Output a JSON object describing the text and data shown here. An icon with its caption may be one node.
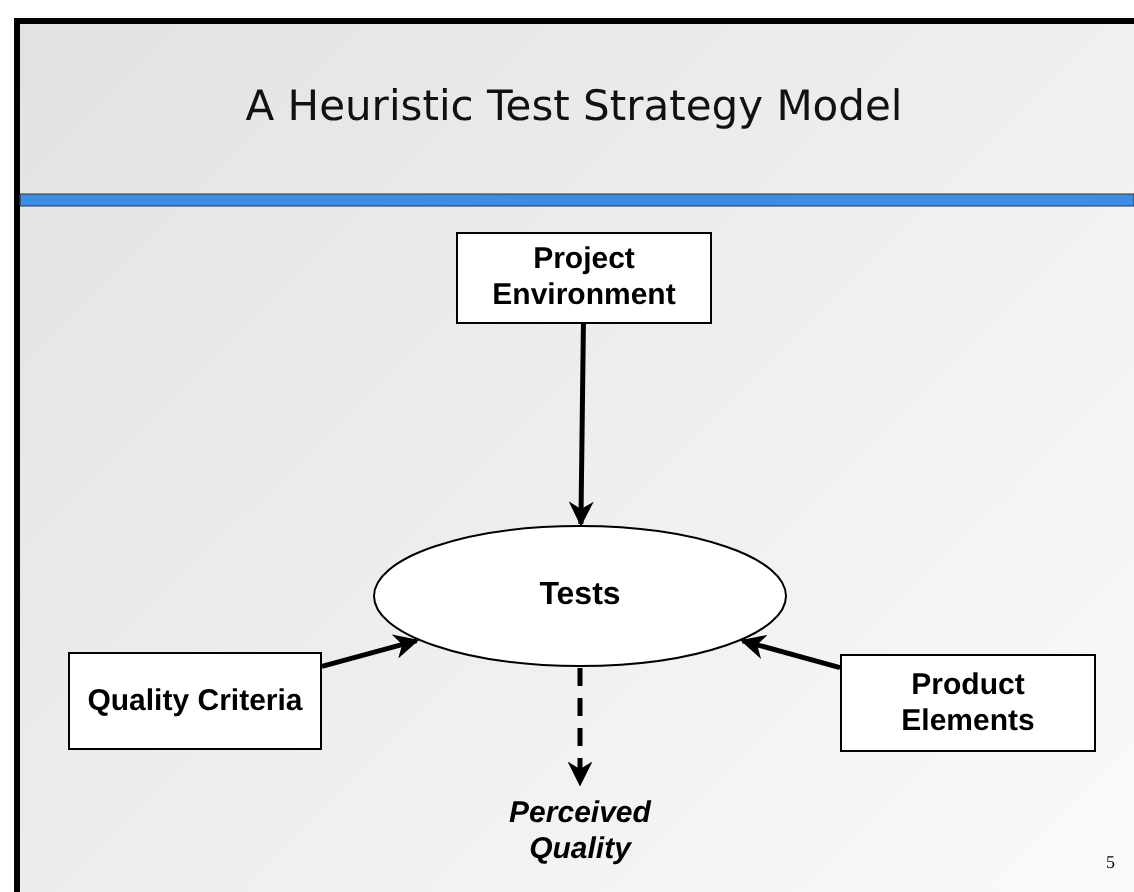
{
  "diagram": {
    "title": "A Heuristic Test Strategy Model",
    "nodes": [
      {
        "text": [
          "Project Environment"
        ]
      },
      {
        "text": [
          "Tests"
        ]
      },
      {
        "text": [
          "Quality Criteria"
        ]
      },
      {
        "text": [
          "Product Elements"
        ]
      },
      {
        "text": [
          "Perceived Quality"
        ]
      }
    ],
    "edges": [
      {
        "from": 0,
        "to": 1,
        "arrow": "to"
      },
      {
        "from": 2,
        "to": 1,
        "arrow": "to"
      },
      {
        "from": 3,
        "to": 1,
        "arrow": "to"
      },
      {
        "from": 1,
        "to": 4,
        "arrow": "to",
        "style": "dashed"
      }
    ],
    "labels": [
      "5"
    ]
  }
}
